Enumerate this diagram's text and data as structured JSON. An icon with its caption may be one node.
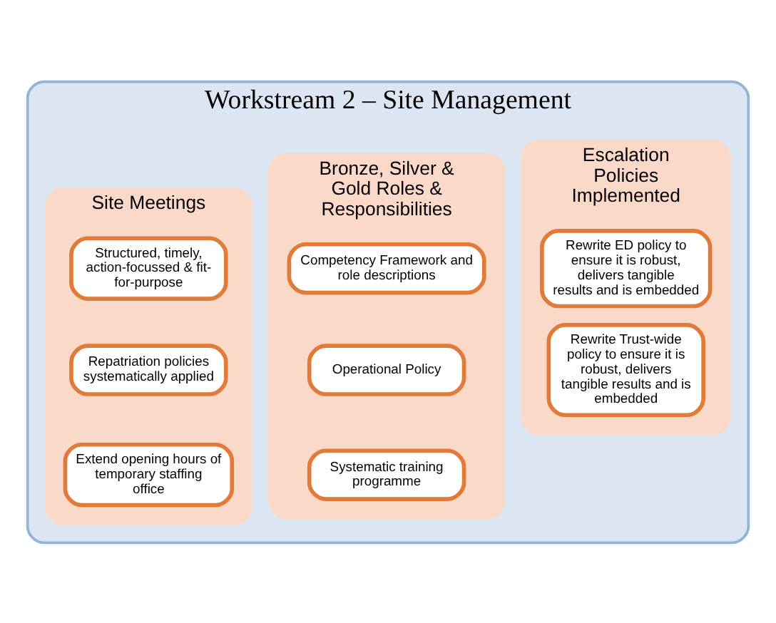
{
  "diagram": {
    "nodes": [
      {
        "text": [
          "Workstream 2 – Site Management"
        ]
      },
      {
        "text": [
          "Escalation Policies Implemented"
        ],
        "in": 0
      },
      {
        "text": [
          "Rewrite ED policy to ensure it is robust, delivers tangible results and is embedded"
        ],
        "in": 1
      },
      {
        "text": [
          "Rewrite Trust-wide policy to ensure it is robust, delivers tangible results and is embedded"
        ],
        "in": 1
      },
      {
        "text": [
          "Bronze, Silver & Gold Roles & Responsibilities"
        ],
        "in": 0
      },
      {
        "text": [
          "Competency Framework and role descriptions"
        ],
        "in": 4
      },
      {
        "text": [
          "Operational Policy"
        ],
        "in": 4
      },
      {
        "text": [
          "Systematic training programme"
        ],
        "in": 4
      },
      {
        "text": [
          "Site Meetings"
        ],
        "in": 0
      },
      {
        "text": [
          "Structured, timely, action-focussed & fit-for-purpose"
        ],
        "in": 8
      },
      {
        "text": [
          "Repatriation policies systematically applied"
        ],
        "in": 8
      },
      {
        "text": [
          "Extend opening hours of temporary staffing office"
        ],
        "in": 8
      }
    ]
  }
}
